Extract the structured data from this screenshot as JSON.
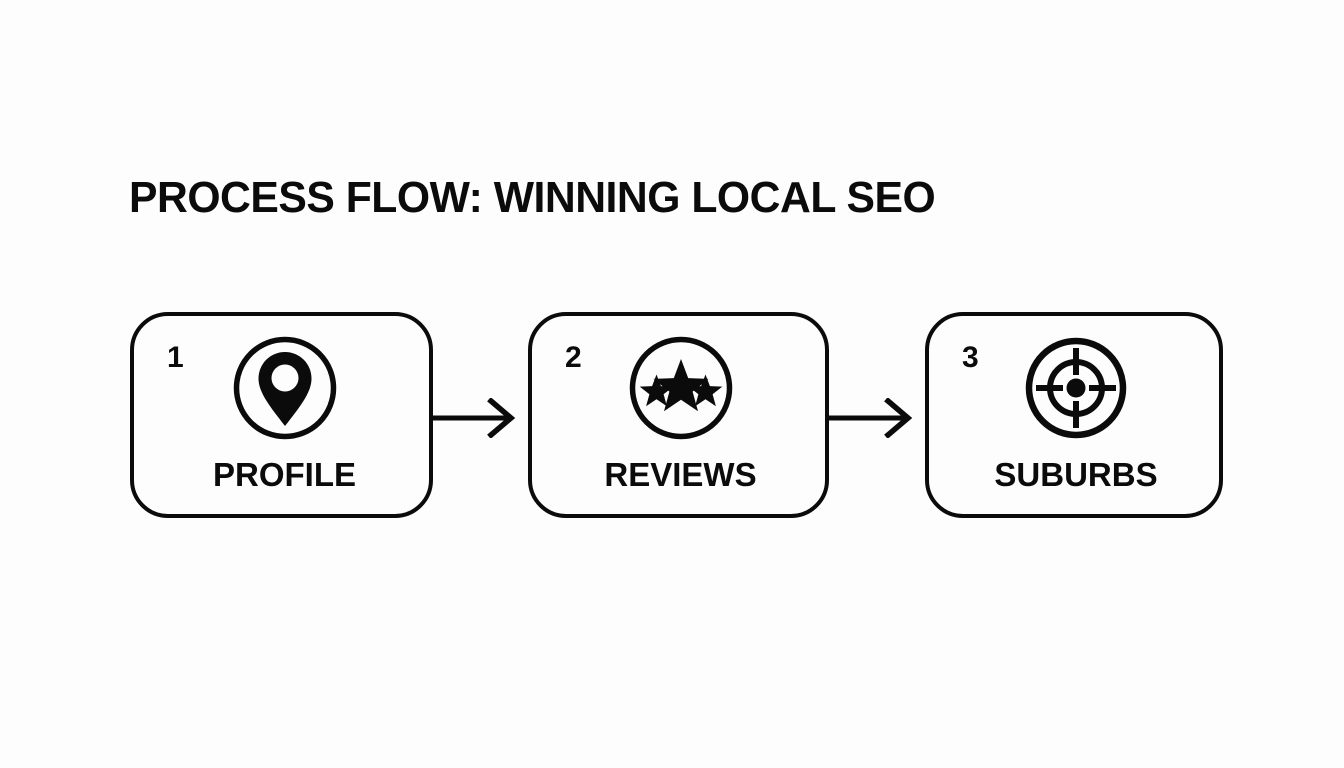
{
  "page": {
    "title": "PROCESS FLOW: WINNING LOCAL SEO",
    "background_color": "#fdfdfd",
    "ink_color": "#0b0b0b"
  },
  "flow": {
    "steps": [
      {
        "number": "1",
        "label": "PROFILE",
        "icon": "map-pin-icon"
      },
      {
        "number": "2",
        "label": "REVIEWS",
        "icon": "three-stars-icon"
      },
      {
        "number": "3",
        "label": "SUBURBS",
        "icon": "crosshair-target-icon"
      }
    ],
    "connectors": [
      {
        "icon": "arrow-right-icon"
      },
      {
        "icon": "arrow-right-icon"
      }
    ]
  }
}
